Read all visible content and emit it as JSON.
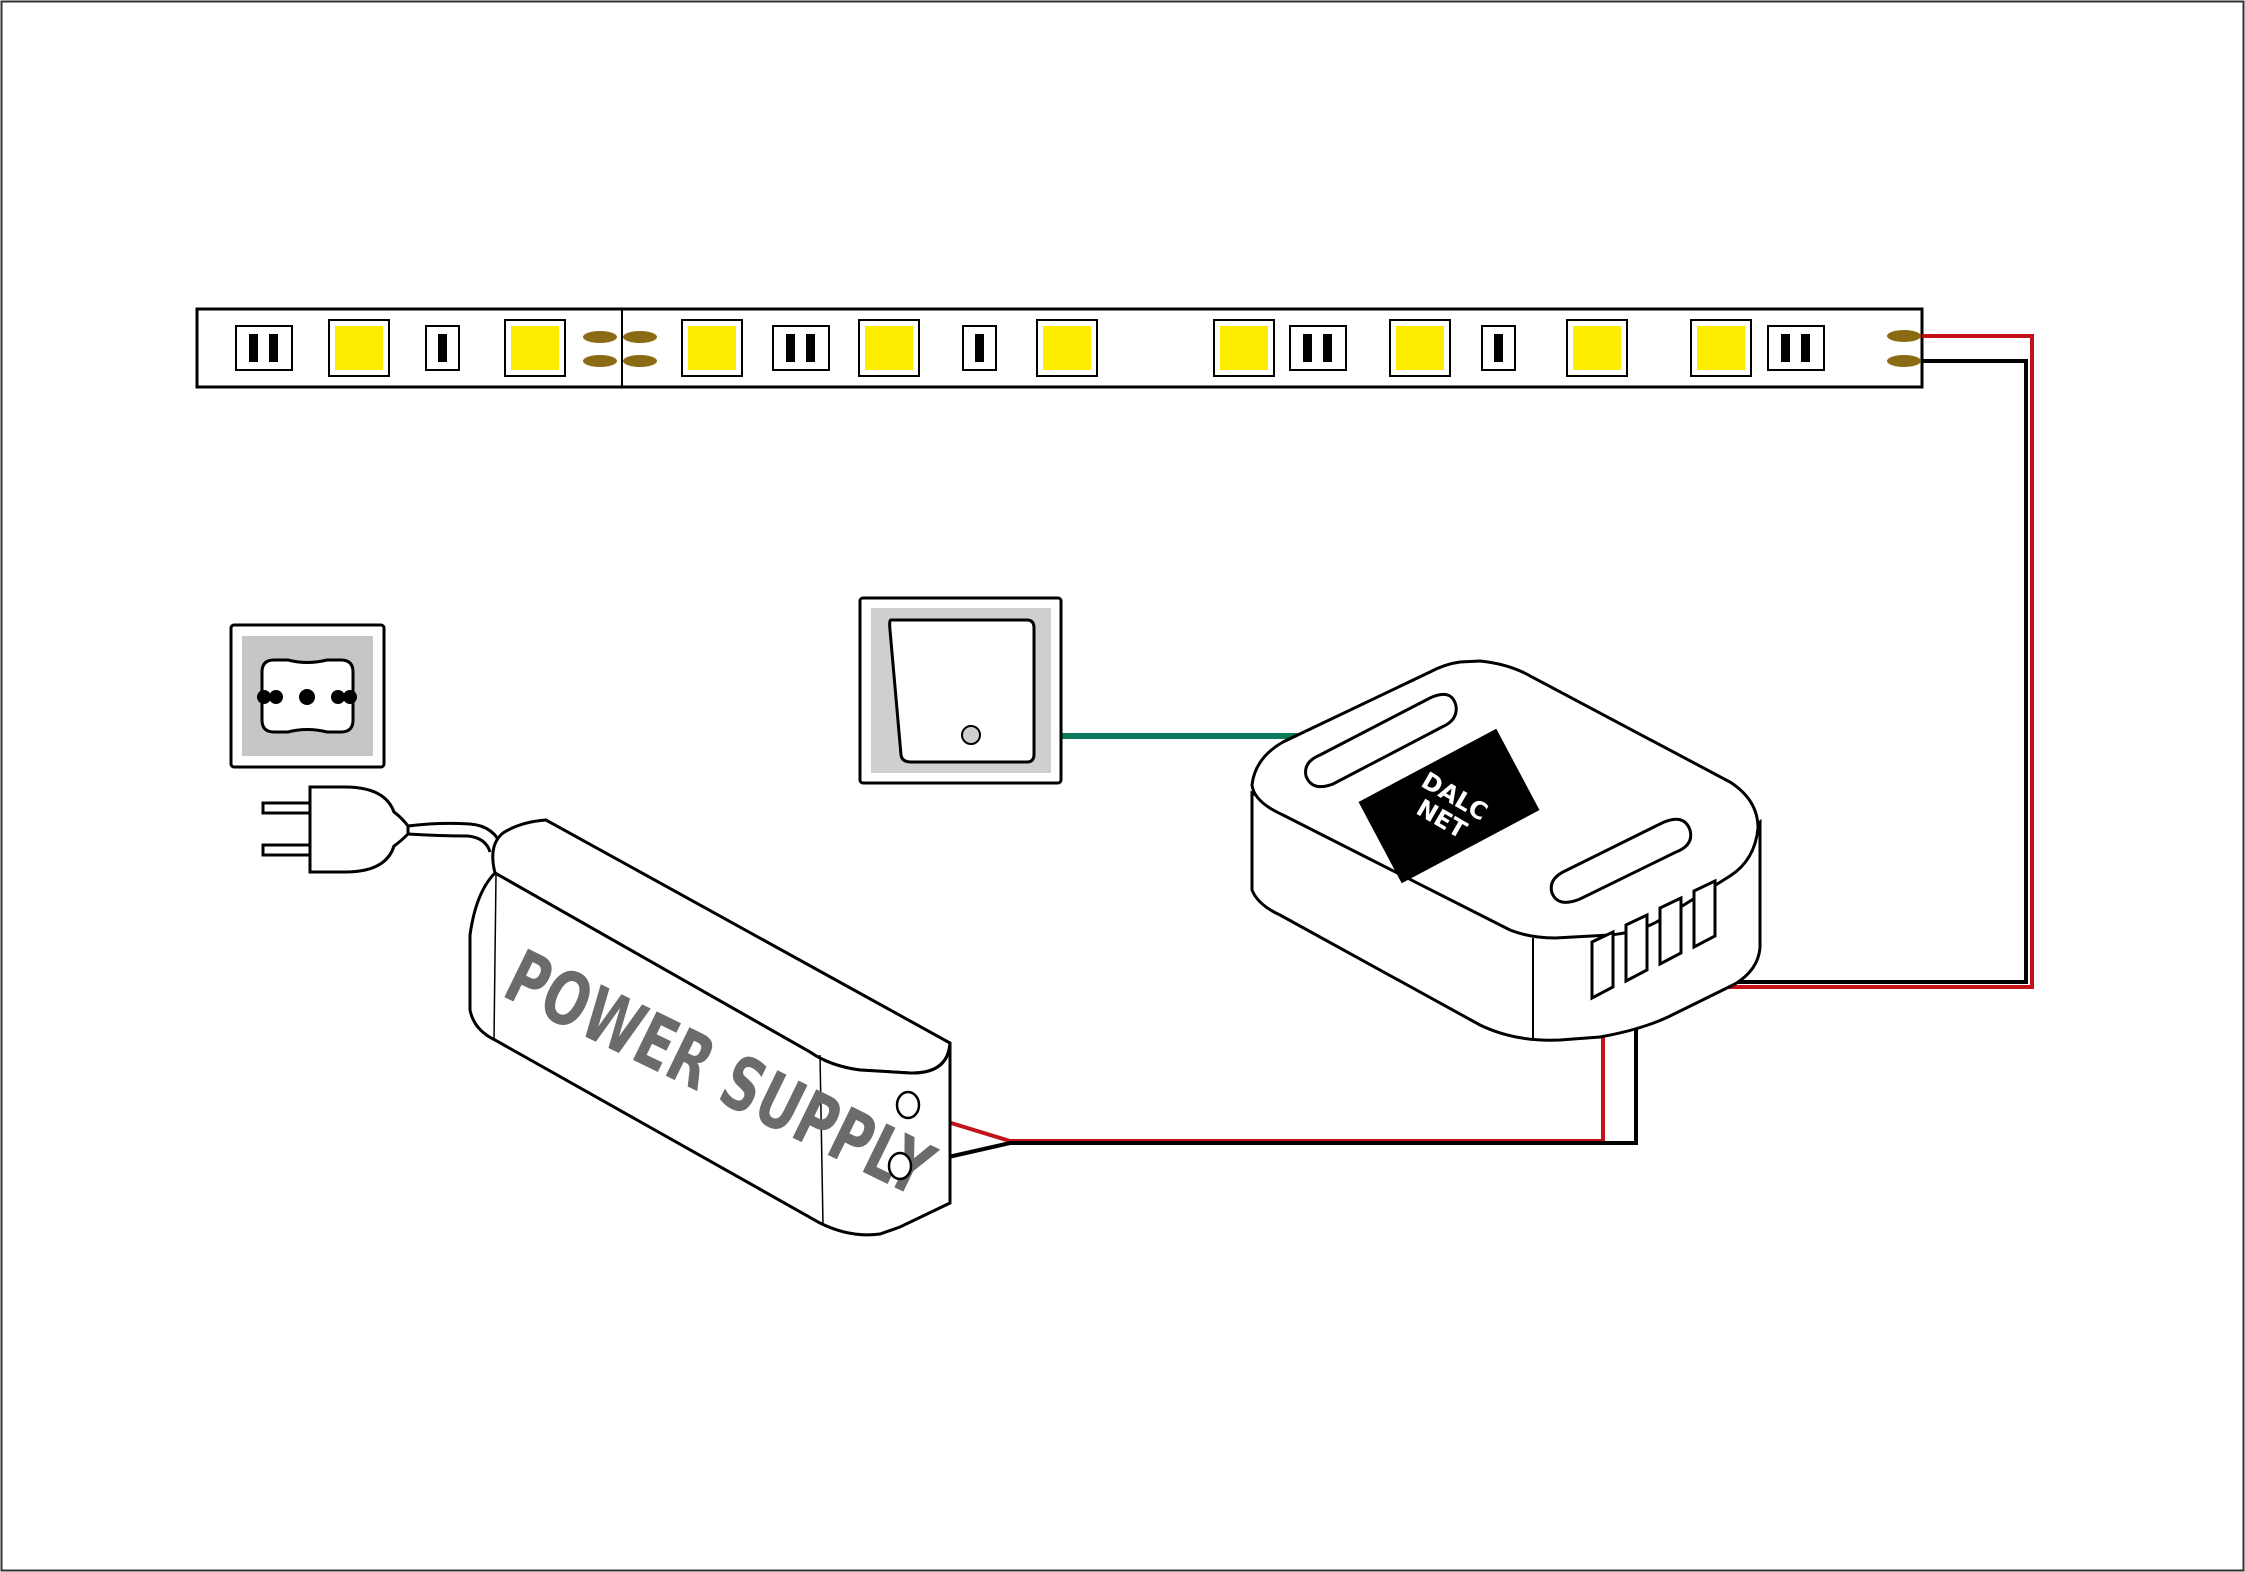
{
  "power_supply": {
    "label": "POWER SUPPLY"
  },
  "controller": {
    "logo_line1": "DALC",
    "logo_line2": "NET"
  },
  "colors": {
    "led": "#ffed00",
    "solder_pad": "#8b6a14",
    "wire_positive": "#c4121b",
    "wire_negative": "#000000",
    "wire_switch": "#0c7a5a",
    "switch_panel": "#cfcfcf",
    "socket_panel": "#c6c6c6"
  }
}
